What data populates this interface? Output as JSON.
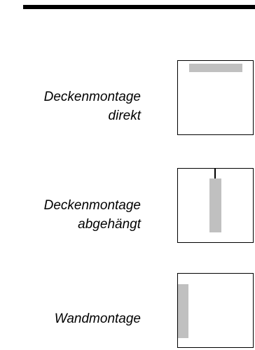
{
  "options": [
    {
      "label": "Deckenmontage\ndirekt",
      "icon": "ceiling-direct-mount-icon"
    },
    {
      "label": "Deckenmontage\nabgehängt",
      "icon": "ceiling-suspended-mount-icon"
    },
    {
      "label": "Wandmontage",
      "icon": "wall-mount-icon"
    }
  ],
  "colors": {
    "frame": "#000000",
    "fixture": "#c0c0c0",
    "background": "#ffffff"
  }
}
